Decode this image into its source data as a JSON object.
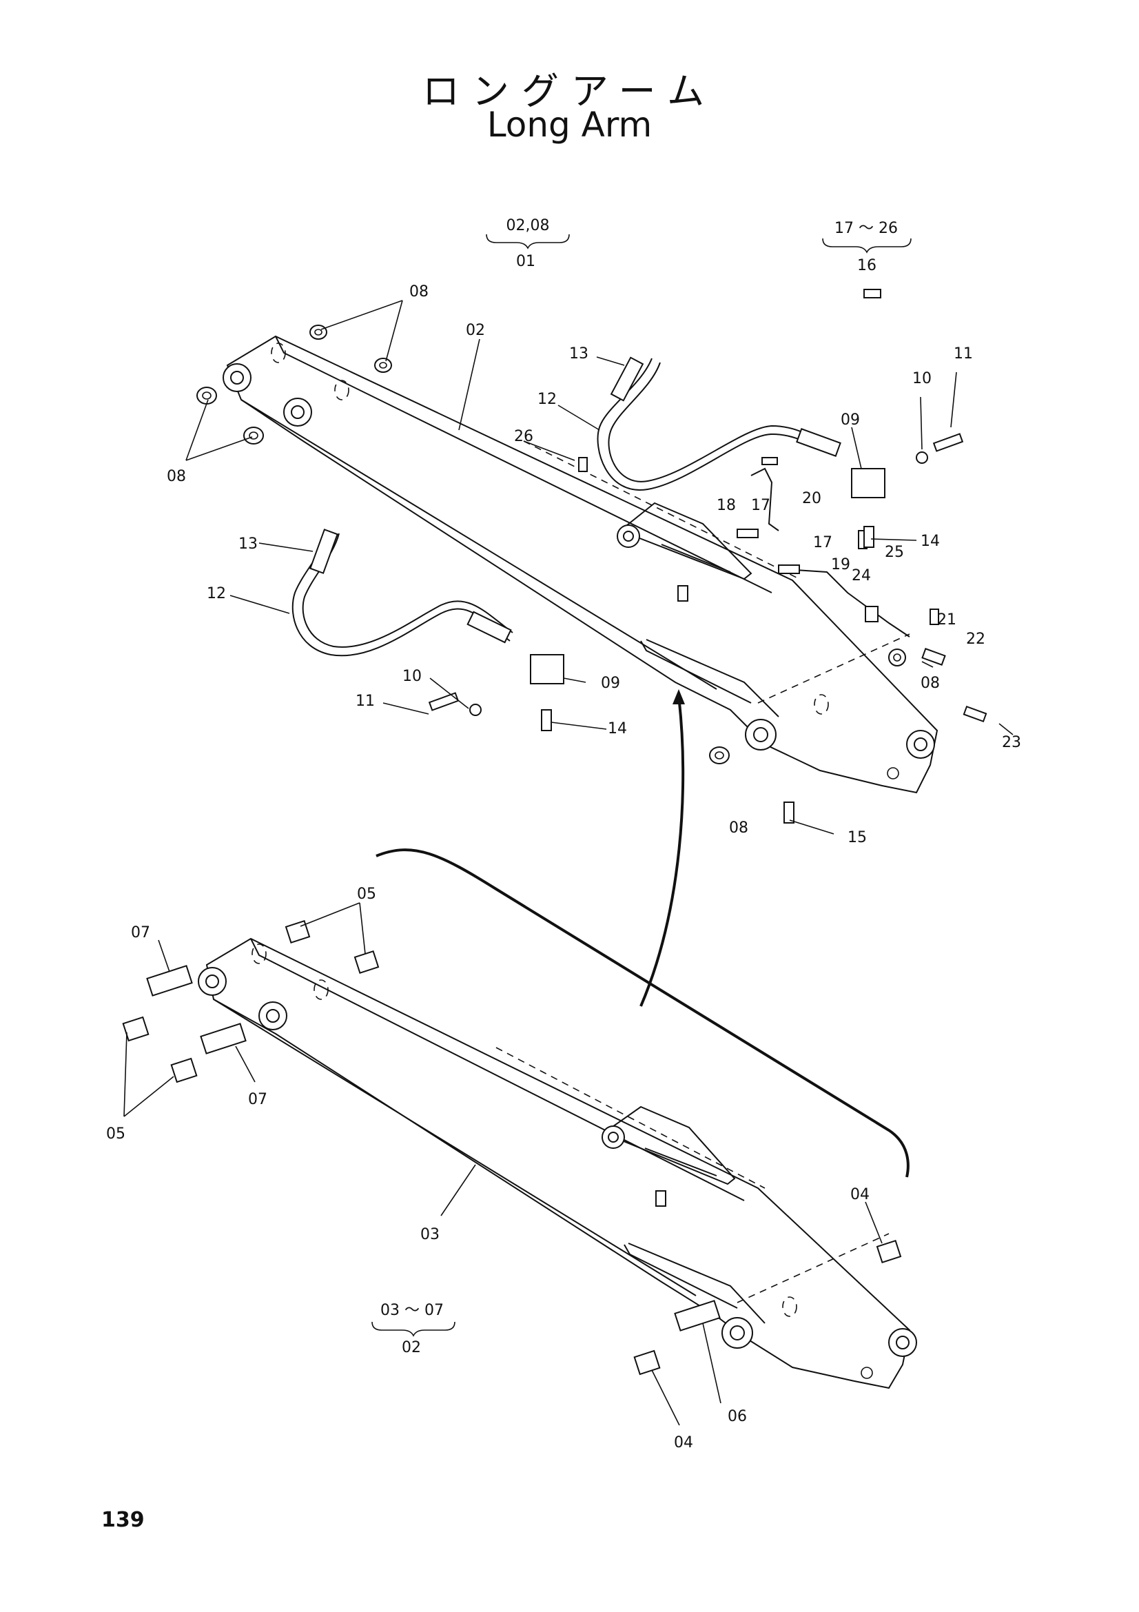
{
  "title": {
    "japanese": "ロングアーム",
    "english": "Long Arm"
  },
  "page_number": "139",
  "groups": [
    {
      "id": "g1",
      "top": "02,08",
      "bottom": "01"
    },
    {
      "id": "g2",
      "top": "17 ～ 26",
      "bottom": "16"
    },
    {
      "id": "g3",
      "top": "03 ～ 07",
      "bottom": "02"
    }
  ],
  "callouts": {
    "c08a": "08",
    "c02": "02",
    "c13a": "13",
    "c12a": "12",
    "c26": "26",
    "c08b": "08",
    "c10a": "10",
    "c11a": "11",
    "c09a": "09",
    "c20": "20",
    "c18": "18",
    "c17a": "17",
    "c14a": "14",
    "c17b": "17",
    "c25": "25",
    "c19": "19",
    "c24": "24",
    "c21": "21",
    "c22": "22",
    "c13b": "13",
    "c12b": "12",
    "c10b": "10",
    "c09b": "09",
    "c11b": "11",
    "c14b": "14",
    "c08c": "08",
    "c23": "23",
    "c08d": "08",
    "c15": "15",
    "c05a": "05",
    "c07a": "07",
    "c07b": "07",
    "c05b": "05",
    "c03": "03",
    "c04a": "04",
    "c06": "06",
    "c04b": "04"
  }
}
